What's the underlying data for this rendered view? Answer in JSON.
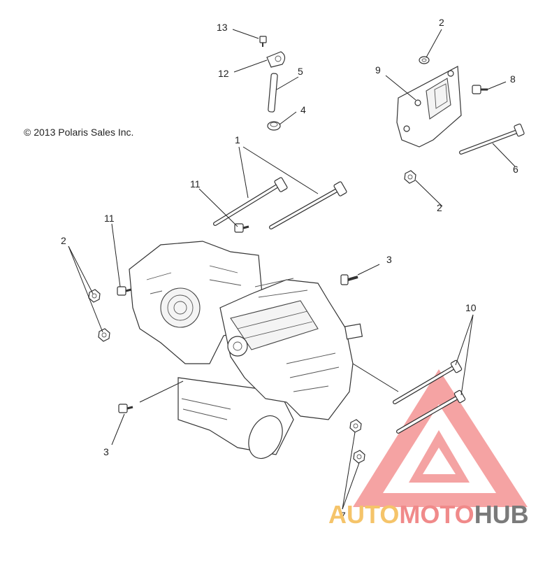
{
  "copyright": "© 2013 Polaris Sales Inc.",
  "callouts": {
    "c1": "1",
    "c2a": "2",
    "c2b": "2",
    "c2c": "2",
    "c3a": "3",
    "c3b": "3",
    "c4": "4",
    "c5": "5",
    "c6": "6",
    "c7": "7",
    "c8": "8",
    "c9": "9",
    "c10": "10",
    "c11a": "11",
    "c11b": "11",
    "c12": "12",
    "c13": "13"
  },
  "watermark": {
    "part1": "AUTO",
    "part2": "MOTO",
    "part3": "HUB",
    "colors": {
      "auto": "#f5c46a",
      "moto": "#f08a8a",
      "hub": "#7a7a7a",
      "triangle": "#ef6f6f"
    }
  }
}
